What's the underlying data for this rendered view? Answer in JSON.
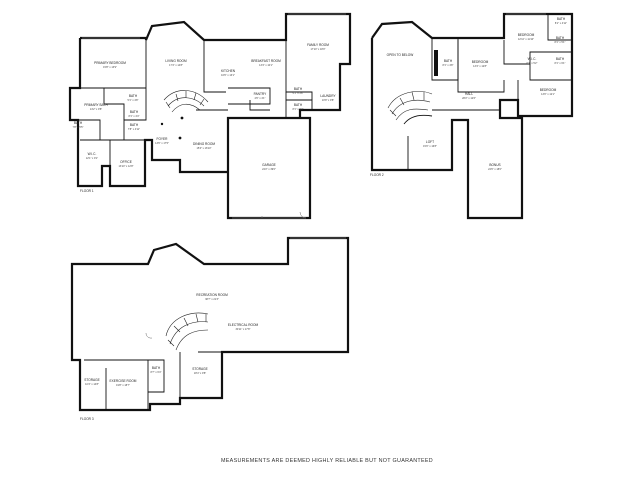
{
  "floors": [
    {
      "label": "FLOOR 1",
      "rooms": [
        {
          "name": "PRIMARY BEDROOM",
          "dims": "15'8\" x 13'9\""
        },
        {
          "name": "LIVING ROOM",
          "dims": "17'4\" x 14'8\""
        },
        {
          "name": "KITCHEN",
          "dims": "16'6\" x 13'1\""
        },
        {
          "name": "BREAKFAST ROOM",
          "dims": "13'4\" x 10'1\""
        },
        {
          "name": "FAMILY ROOM",
          "dims": "17'10\" x 18'0\""
        },
        {
          "name": "PRIMARY BATH",
          "dims": "14'2\" x 9'8\""
        },
        {
          "name": "BATH",
          "dims": "5'1\" x 4'8\""
        },
        {
          "name": "BATH",
          "dims": "8'1\" x 4'4\""
        },
        {
          "name": "BATH",
          "dims": "7'8\" x 4'11\""
        },
        {
          "name": "PANTRY",
          "dims": "4'6\" x 4'1\""
        },
        {
          "name": "BATH",
          "dims": "5'1\" x 3'8\""
        },
        {
          "name": "LAUNDRY",
          "dims": "10'8\" x 9'8\""
        },
        {
          "name": "BATH",
          "dims": "8'1\" x 6'4\""
        },
        {
          "name": "FOYER",
          "dims": "13'6\" x 17'5\""
        },
        {
          "name": "DINING ROOM",
          "dims": "15'4\" x 16'10\""
        },
        {
          "name": "BATH",
          "dims": "7'8\" x 5'5\""
        },
        {
          "name": "W.I.C.",
          "dims": "12'1\" x 9'1\""
        },
        {
          "name": "OFFICE",
          "dims": "13'10\" x 12'8\""
        },
        {
          "name": "GARAGE",
          "dims": "24'2\" x 39'0\""
        }
      ]
    },
    {
      "label": "FLOOR 2",
      "rooms": [
        {
          "name": "OPEN TO BELOW",
          "dims": ""
        },
        {
          "name": "BATH",
          "dims": "8'1\" x 4'8\""
        },
        {
          "name": "BEDROOM",
          "dims": "13'4\" x 12'8\""
        },
        {
          "name": "BEDROOM",
          "dims": "12'11\" x 11'10\""
        },
        {
          "name": "BATH",
          "dims": "8'1\" x 4'11\""
        },
        {
          "name": "BATH",
          "dims": "8'1\" x 5'1\""
        },
        {
          "name": "W.I.C.",
          "dims": "6'1\" x 5'2\""
        },
        {
          "name": "BATH",
          "dims": "8'1\" x 6'1\""
        },
        {
          "name": "BEDROOM",
          "dims": "13'0\" x 12'1\""
        },
        {
          "name": "HALL",
          "dims": "28'2\" x 12'6\""
        },
        {
          "name": "LOFT",
          "dims": "15'0\" x 16'8\""
        },
        {
          "name": "BONUS",
          "dims": "24'6\" x 18'0\""
        }
      ]
    },
    {
      "label": "FLOOR 3",
      "rooms": [
        {
          "name": "RECREATION ROOM",
          "dims": "38'7\" x 21'3\""
        },
        {
          "name": "ELECTRICAL ROOM",
          "dims": "30'11\" x 17'8\""
        },
        {
          "name": "BATH",
          "dims": "8'7\" x 6'4\""
        },
        {
          "name": "STORAGE",
          "dims": "18'4\" x 9'8\""
        },
        {
          "name": "STORAGE",
          "dims": "10'4\" x 14'8\""
        },
        {
          "name": "EXERCISE ROOM",
          "dims": "19'8\" x 18'7\""
        }
      ]
    }
  ],
  "disclaimer": "MEASUREMENTS ARE DEEMED HIGHLY RELIABLE BUT NOT GUARANTEED"
}
